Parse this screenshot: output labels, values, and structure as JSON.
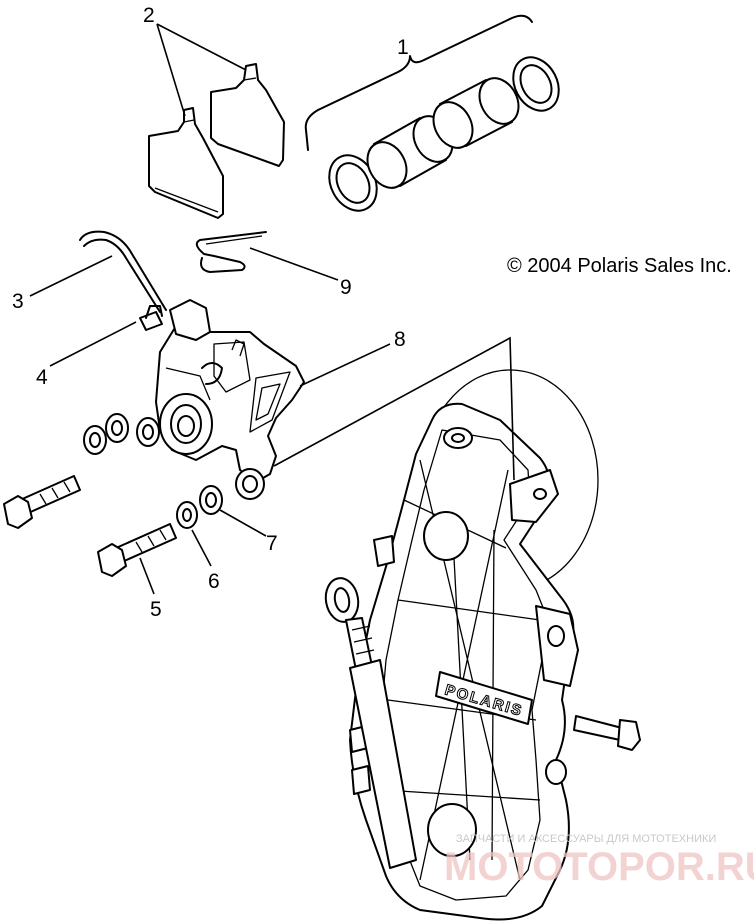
{
  "copyright": "© 2004 Polaris Sales Inc.",
  "brand_logo": "POLARIS",
  "watermark": {
    "line1": "ЗАПЧАСТИ И АКСЕССУАРЫ ДЛЯ МОТОТЕХНИКИ",
    "line2": "MOTOTOPOR.RU"
  },
  "callouts": {
    "c1": "1",
    "c2": "2",
    "c3": "3",
    "c4": "4",
    "c5": "5",
    "c6": "6",
    "c7": "7",
    "c8": "8",
    "c9": "9"
  }
}
